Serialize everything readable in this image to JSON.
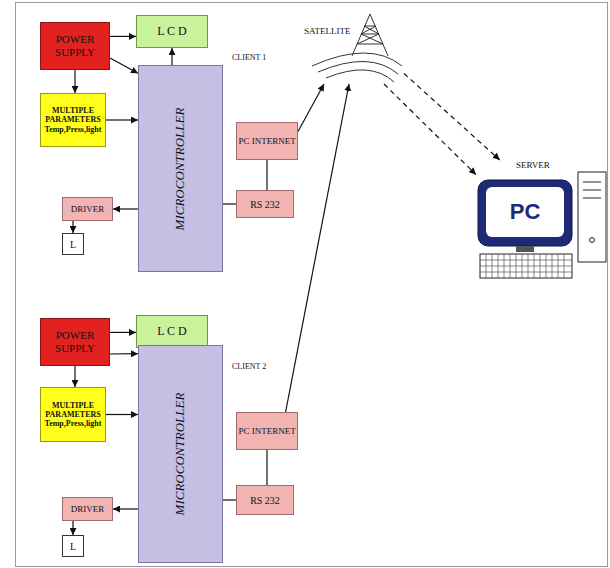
{
  "diagram": {
    "nodes": [
      {
        "text": [
          "POWER SUPPLY"
        ]
      },
      {
        "text": [
          "L C D"
        ]
      },
      {
        "text": [
          "MULTIPLE PARAMETERS Temp,Press,light"
        ]
      },
      {
        "text": [
          "MICROCONTROLLER"
        ]
      },
      {
        "text": [
          "DRIVER"
        ]
      },
      {
        "text": [
          "L"
        ]
      },
      {
        "text": [
          "PC INTERNET"
        ]
      },
      {
        "text": [
          "RS 232"
        ]
      },
      {
        "text": [
          "POWER SUPPLY"
        ]
      },
      {
        "text": [
          "L C D"
        ]
      },
      {
        "text": [
          "MULTIPLE PARAMETERS Temp,Press,light"
        ]
      },
      {
        "text": [
          "MICROCONTROLLER"
        ]
      },
      {
        "text": [
          "DRIVER"
        ]
      },
      {
        "text": [
          "L"
        ]
      },
      {
        "text": [
          "PC INTERNET"
        ]
      },
      {
        "text": [
          "RS 232"
        ]
      },
      {
        "text": [
          "SATELLITE"
        ]
      },
      {
        "text": [
          "SERVER",
          "PC"
        ]
      }
    ],
    "edges": [
      {
        "from": 0,
        "to": 1,
        "arrow": "to"
      },
      {
        "from": 0,
        "to": 2,
        "arrow": "to"
      },
      {
        "from": 0,
        "to": 3,
        "arrow": "to"
      },
      {
        "from": 2,
        "to": 3,
        "arrow": "to"
      },
      {
        "from": 3,
        "to": 1,
        "arrow": "to"
      },
      {
        "from": 3,
        "to": 4,
        "arrow": "to"
      },
      {
        "from": 4,
        "to": 5,
        "arrow": "to"
      },
      {
        "from": 7,
        "to": 3,
        "arrow": "none"
      },
      {
        "from": 6,
        "to": 7,
        "arrow": "none"
      },
      {
        "from": 8,
        "to": 9,
        "arrow": "to"
      },
      {
        "from": 8,
        "to": 10,
        "arrow": "to"
      },
      {
        "from": 8,
        "to": 11,
        "arrow": "to"
      },
      {
        "from": 10,
        "to": 11,
        "arrow": "to"
      },
      {
        "from": 11,
        "to": 9,
        "arrow": "to"
      },
      {
        "from": 11,
        "to": 12,
        "arrow": "to"
      },
      {
        "from": 12,
        "to": 13,
        "arrow": "to"
      },
      {
        "from": 15,
        "to": 11,
        "arrow": "none"
      },
      {
        "from": 14,
        "to": 15,
        "arrow": "none"
      },
      {
        "from": 6,
        "to": 16,
        "arrow": "to"
      },
      {
        "from": 14,
        "to": 16,
        "arrow": "to"
      },
      {
        "from": 16,
        "to": 17,
        "arrow": "to"
      },
      {
        "from": 16,
        "to": 17,
        "arrow": "to"
      }
    ],
    "labels": [
      "CLIENT 1",
      "CLIENT 2"
    ]
  }
}
